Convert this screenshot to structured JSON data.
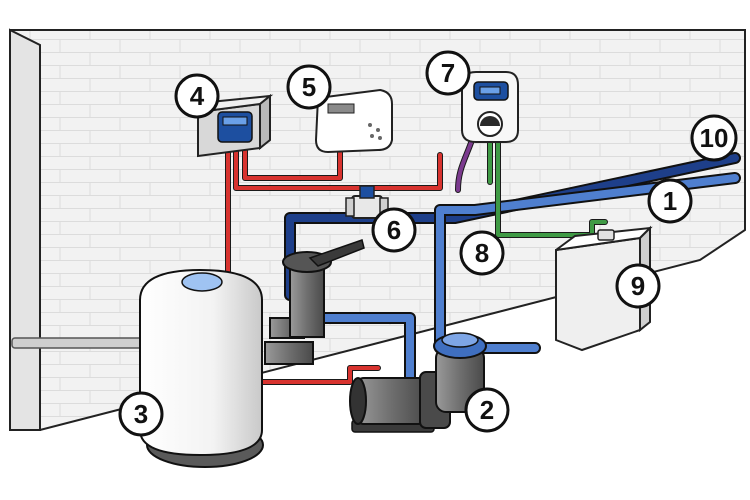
{
  "diagram": {
    "callouts": [
      {
        "id": "1",
        "label": "1"
      },
      {
        "id": "2",
        "label": "2"
      },
      {
        "id": "3",
        "label": "3"
      },
      {
        "id": "4",
        "label": "4"
      },
      {
        "id": "5",
        "label": "5"
      },
      {
        "id": "6",
        "label": "6"
      },
      {
        "id": "7",
        "label": "7"
      },
      {
        "id": "8",
        "label": "8"
      },
      {
        "id": "9",
        "label": "9"
      },
      {
        "id": "10",
        "label": "10"
      }
    ],
    "colors": {
      "wall": "#f1f1f1",
      "brick_line": "#d8d8d8",
      "pipe_dark_blue": "#1e3f8a",
      "pipe_light_blue": "#4f7fcf",
      "cable_red": "#d8332f",
      "tube_green": "#3f9a45",
      "tube_purple": "#7b3a8e",
      "device_dark": "#3a3a3a",
      "display_blue": "#1d4fa0"
    }
  }
}
